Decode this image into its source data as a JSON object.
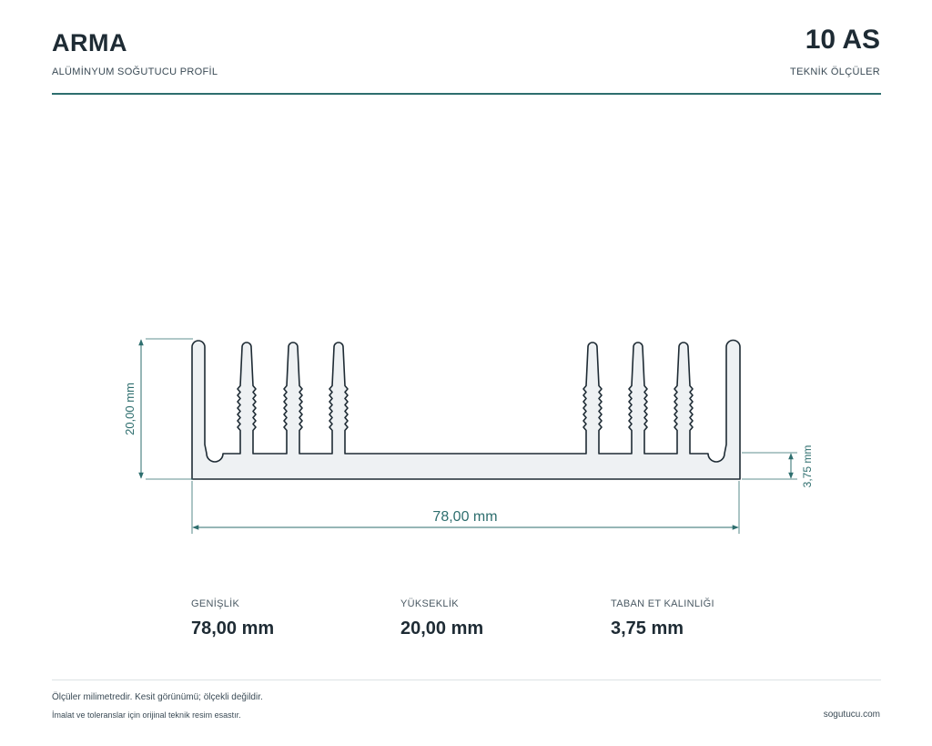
{
  "header": {
    "brand": "ARMA",
    "subtitle": "ALÜMİNYUM SOĞUTUCU PROFİL",
    "model": "10 AS",
    "model_subtitle": "TEKNİK ÖLÇÜLER"
  },
  "drawing": {
    "height_label": "20,00 mm",
    "width_label": "78,00 mm",
    "base_label": "3,75 mm",
    "colors": {
      "profile_fill": "#eef1f3",
      "profile_stroke": "#1e2b34",
      "dimension": "#2e6e6e"
    }
  },
  "specs": [
    {
      "label": "GENİŞLİK",
      "value": "78,00 mm"
    },
    {
      "label": "YÜKSEKLİK",
      "value": "20,00 mm"
    },
    {
      "label": "TABAN ET KALINLIĞI",
      "value": "3,75 mm"
    }
  ],
  "footer": {
    "note1": "Ölçüler milimetredir. Kesit görünümü; ölçekli değildir.",
    "note2": "İmalat ve toleranslar için orijinal teknik resim esastır.",
    "site": "sogutucu.com"
  }
}
